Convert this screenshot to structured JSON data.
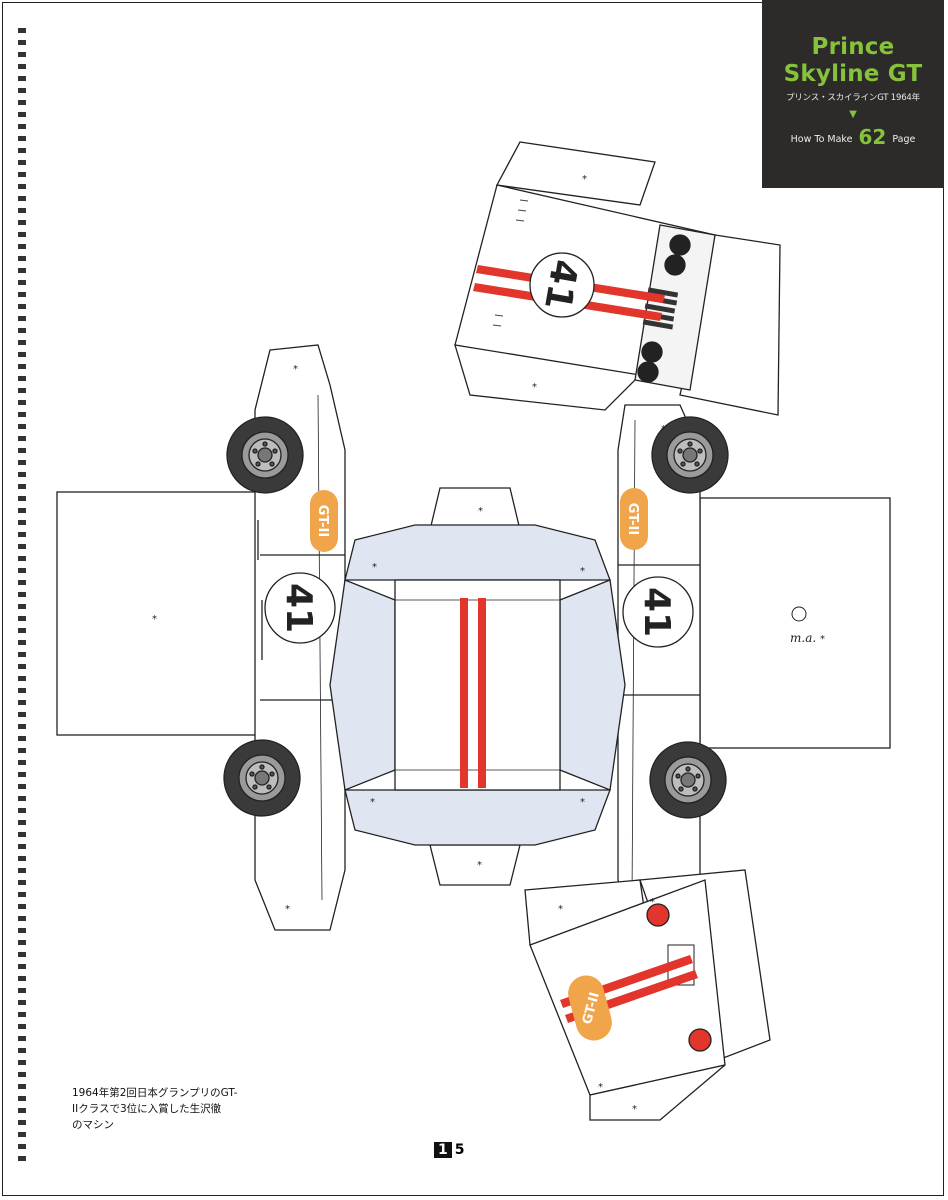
{
  "title": {
    "line1": "Prince",
    "line2": "Skyline GT",
    "subtitle": "プリンス・スカイラインGT 1964年",
    "arrow": "▼",
    "how_to_prefix": "How To Make",
    "how_to_page": "62",
    "how_to_suffix": "Page"
  },
  "caption": {
    "line1": "1964年第2回日本グランプリのGT-",
    "line2": "IIクラスで3位に入賞した生沢徹",
    "line3": "のマシン"
  },
  "page_number": {
    "first_digit": "1",
    "second_digit": "5"
  },
  "decals": {
    "race_number": "41",
    "class_badge": "GT-II"
  },
  "signature": "m.a.",
  "glue_mark": "*",
  "colors": {
    "title_bg": "#2c2b29",
    "title_green": "#86c23a",
    "stripe_red": "#e2352b",
    "badge_orange": "#f0a54a",
    "window_blue": "#dfe6f2",
    "tire_dark": "#3a3a3a"
  }
}
